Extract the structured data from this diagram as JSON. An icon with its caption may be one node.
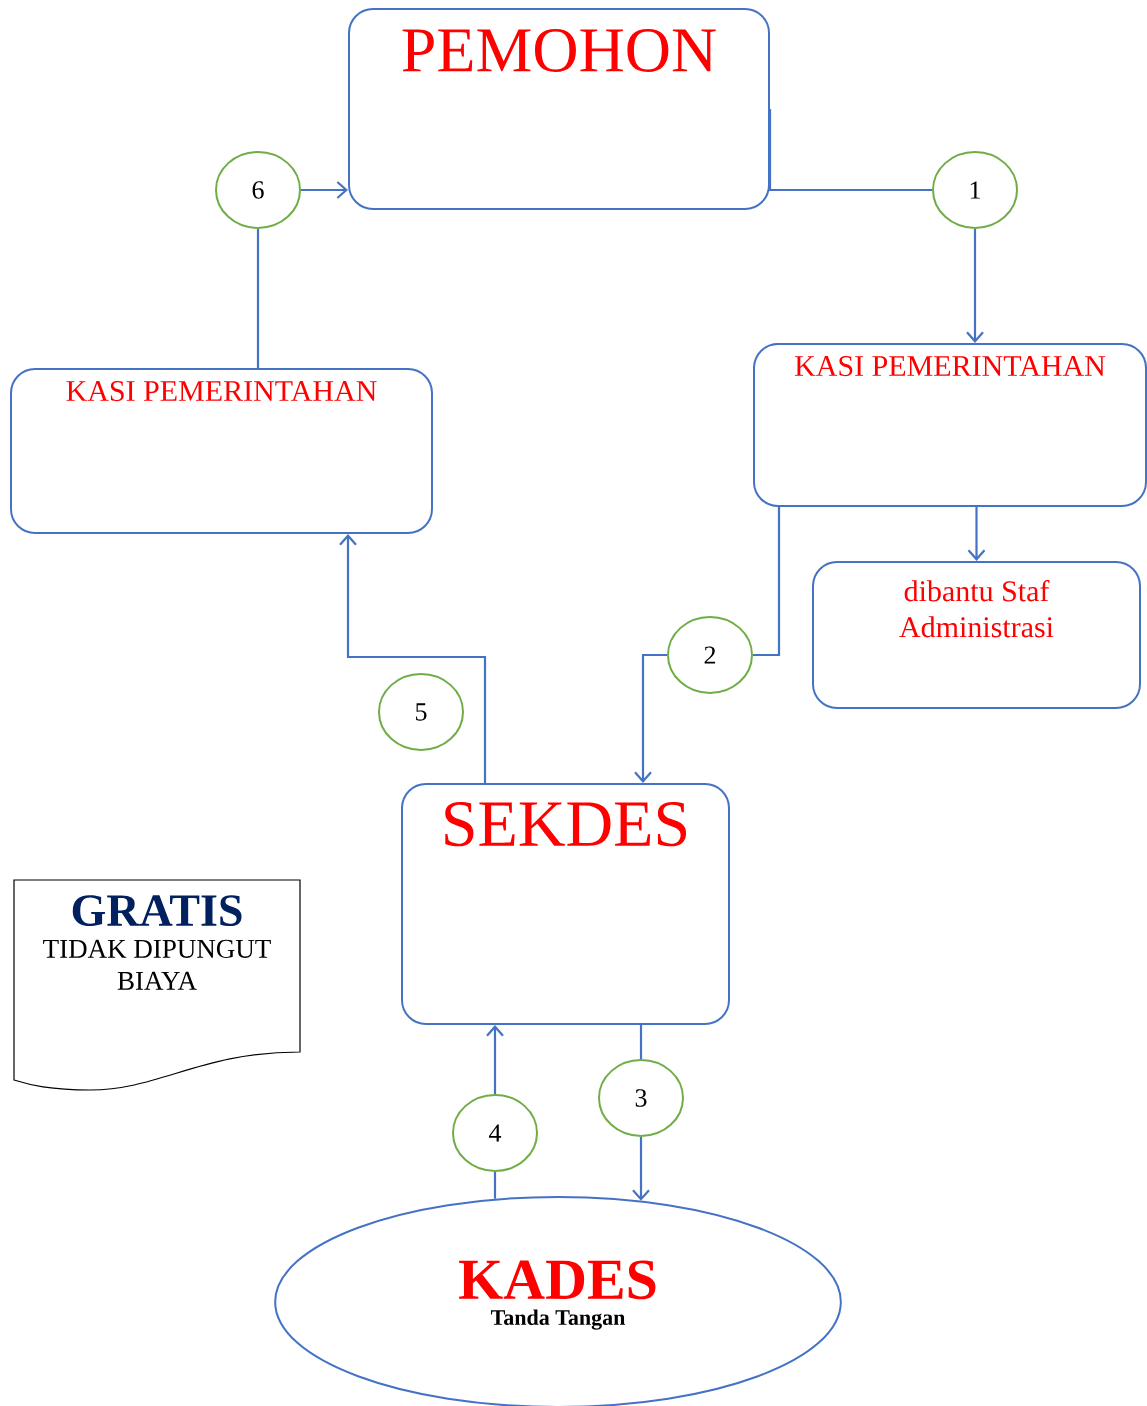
{
  "diagram": {
    "nodes": [
      {
        "text": [
          "PEMOHON"
        ]
      },
      {
        "text": [
          "KASI PEMERINTAHAN"
        ]
      },
      {
        "text": [
          "dibantu Staf Administrasi"
        ]
      },
      {
        "text": [
          "KASI PEMERINTAHAN"
        ]
      },
      {
        "text": [
          "SEKDES"
        ]
      },
      {
        "text": [
          "KADES",
          "Tanda Tangan"
        ]
      },
      {
        "text": [
          "GRATIS",
          "TIDAK DIPUNGUT BIAYA"
        ]
      },
      {
        "text": [
          "1"
        ]
      },
      {
        "text": [
          "2"
        ]
      },
      {
        "text": [
          "3"
        ]
      },
      {
        "text": [
          "4"
        ]
      },
      {
        "text": [
          "5"
        ]
      },
      {
        "text": [
          "6"
        ]
      }
    ],
    "edges": [
      {
        "from": 0,
        "to": 7,
        "arrow": "none"
      },
      {
        "from": 7,
        "to": 1,
        "arrow": "to"
      },
      {
        "from": 1,
        "to": 2,
        "arrow": "to"
      },
      {
        "from": 1,
        "to": 8,
        "arrow": "none"
      },
      {
        "from": 8,
        "to": 4,
        "arrow": "to"
      },
      {
        "from": 4,
        "to": 3,
        "arrow": "to"
      },
      {
        "from": 4,
        "to": 9,
        "arrow": "none"
      },
      {
        "from": 9,
        "to": 5,
        "arrow": "to"
      },
      {
        "from": 5,
        "to": 10,
        "arrow": "none"
      },
      {
        "from": 10,
        "to": 4,
        "arrow": "to"
      },
      {
        "from": 3,
        "to": 12,
        "arrow": "none"
      },
      {
        "from": 12,
        "to": 0,
        "arrow": "to"
      }
    ]
  }
}
